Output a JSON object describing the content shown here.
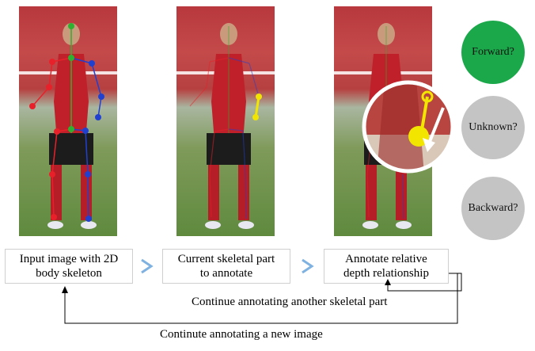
{
  "panels": [
    {
      "id": "input",
      "box_text_line1": "Input image with 2D",
      "box_text_line2": "body skeleton"
    },
    {
      "id": "current",
      "box_text_line1": "Current skeletal part",
      "box_text_line2": "to annotate"
    },
    {
      "id": "annotate",
      "box_text_line1": "Annotate relative",
      "box_text_line2": "depth relationship"
    }
  ],
  "choices": [
    {
      "label": "Forward?",
      "color": "#1aa84a"
    },
    {
      "label": "Unknown?",
      "color": "#c4c4c4"
    },
    {
      "label": "Backward?",
      "color": "#c4c4c4"
    }
  ],
  "loops": {
    "inner": "Continue annotating another skeletal part",
    "outer": "Continute annotating a new image"
  },
  "colors": {
    "left_limbs": "#e8202a",
    "right_limbs": "#2040d0",
    "torso": "#30b030",
    "highlight": "#f2e600",
    "arrow": "#7fb2e0"
  }
}
